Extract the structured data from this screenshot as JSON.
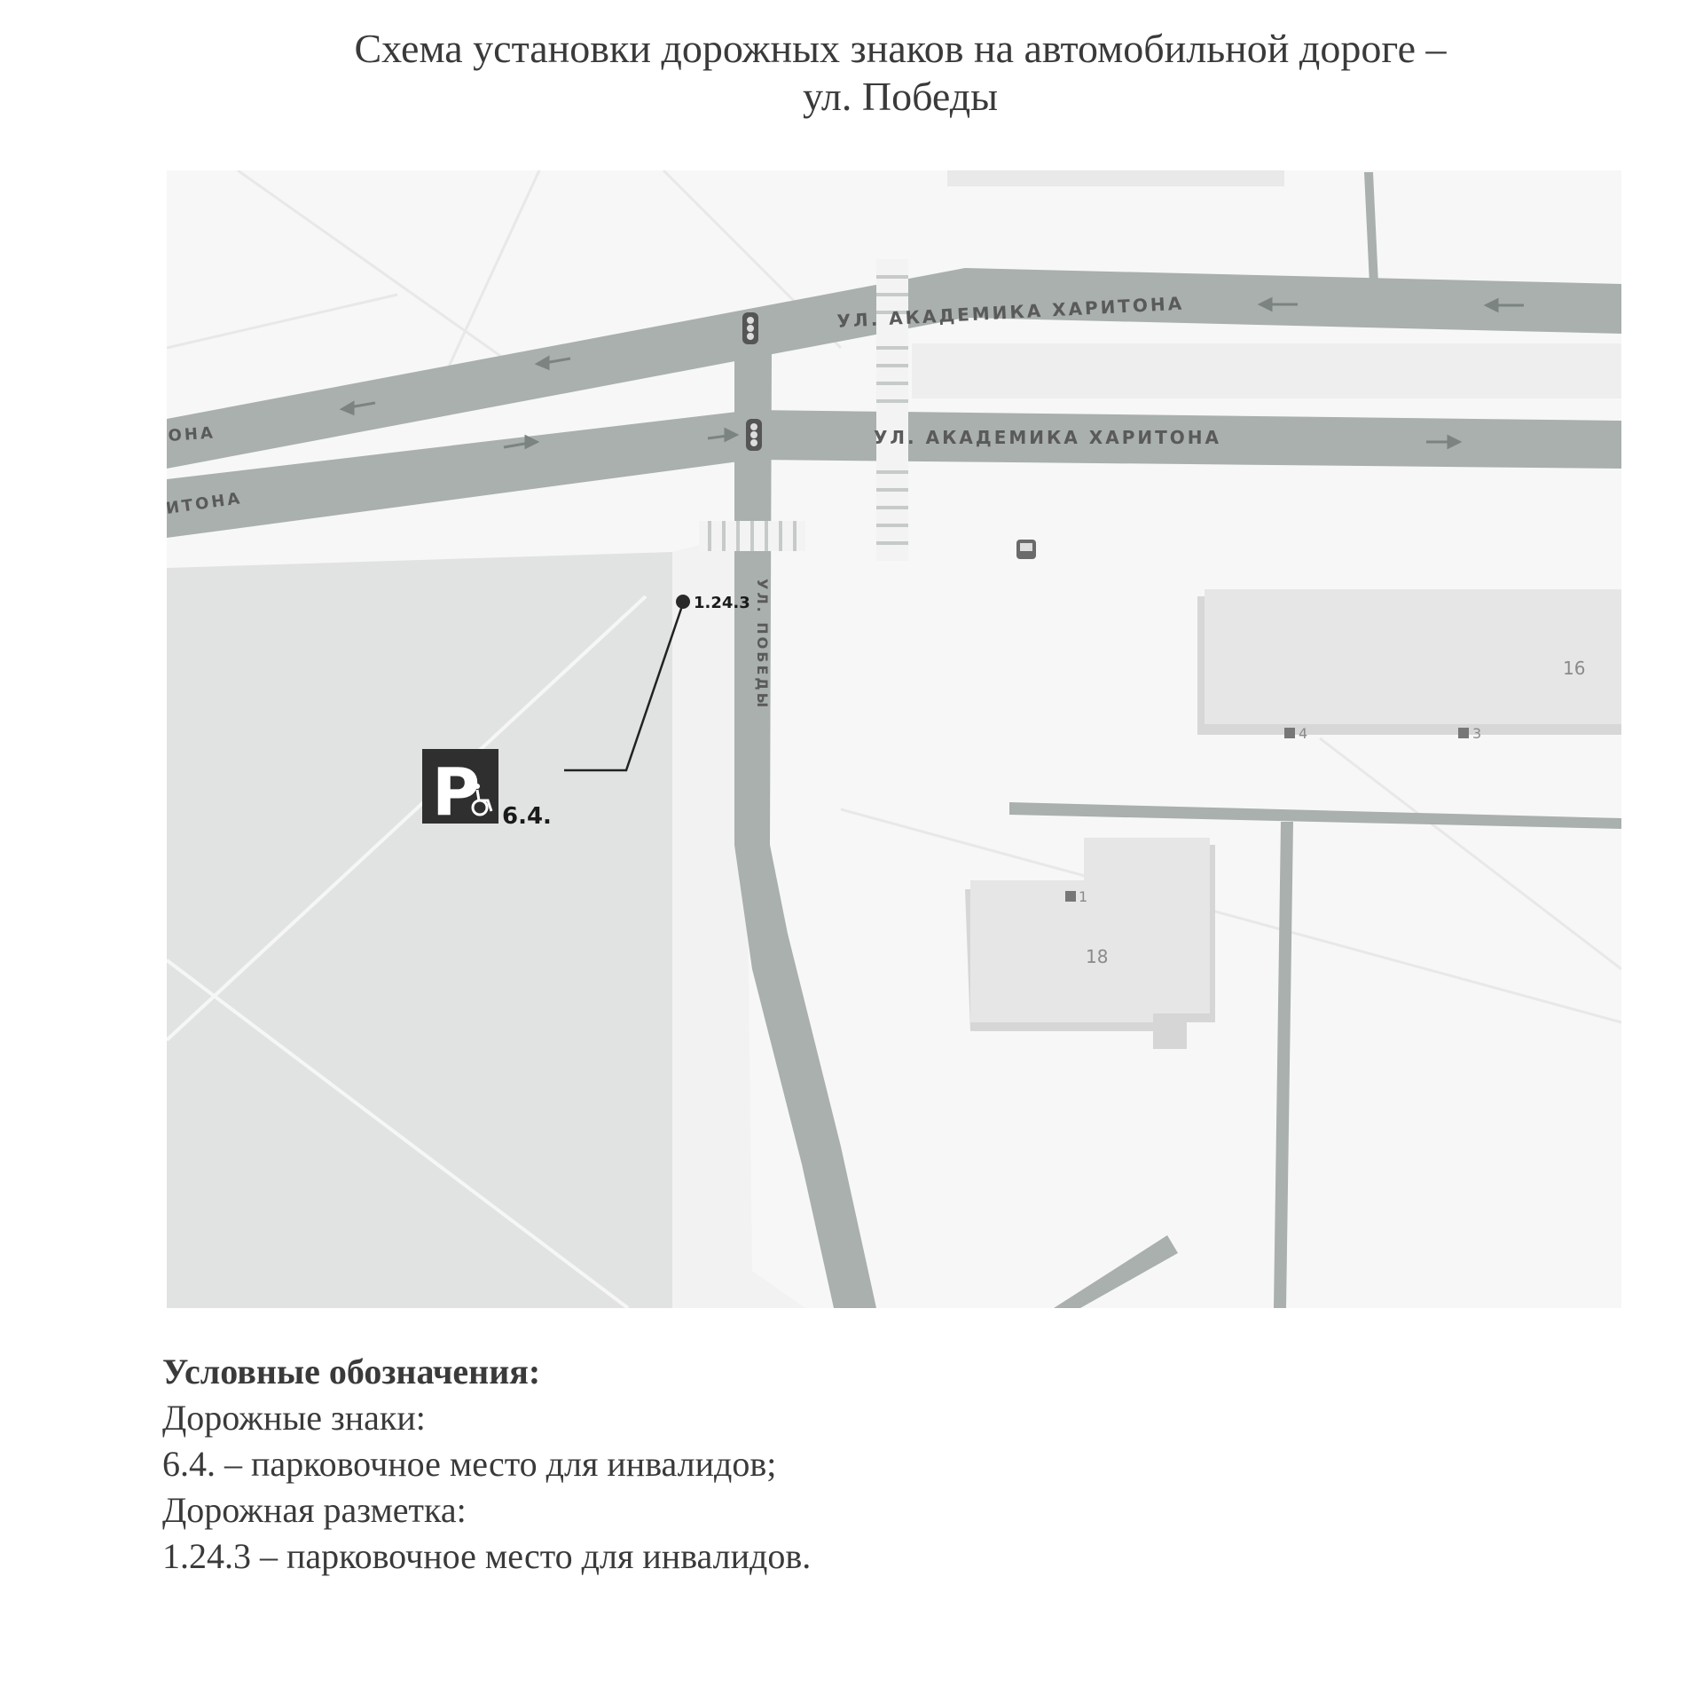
{
  "title": {
    "line1": "Схема установки дорожных знаков на автомобильной дороге –",
    "line2": "ул. Победы"
  },
  "map": {
    "street_labels": {
      "kharitona_upper": "УЛ. АКАДЕМИКА ХАРИТОНА",
      "kharitona_lower": "УЛ. АКАДЕМИКА ХАРИТОНА",
      "kharitona_left_upper": "ОНА",
      "kharitona_left_lower": "ИТОНА",
      "pobedy": "УЛ. ПОБЕДЫ"
    },
    "buildings": {
      "b16": "16",
      "b18": "18"
    },
    "entrances": {
      "e4": "4",
      "e3": "3",
      "e1": "1"
    },
    "marking_label": "1.24.3",
    "sign": {
      "letter": "P",
      "code": "6.4."
    }
  },
  "legend": {
    "heading": "Условные обозначения:",
    "signs_heading": "Дорожные знаки:",
    "sign_item": "6.4. – парковочное место для инвалидов;",
    "marking_heading": "Дорожная разметка:",
    "marking_item": "1.24.3 – парковочное место для инвалидов."
  },
  "colors": {
    "road": "#a9b0ae",
    "lot": "#e2e4e3",
    "building": "#e6e6e6",
    "sign_bg": "#2f2f2f"
  }
}
